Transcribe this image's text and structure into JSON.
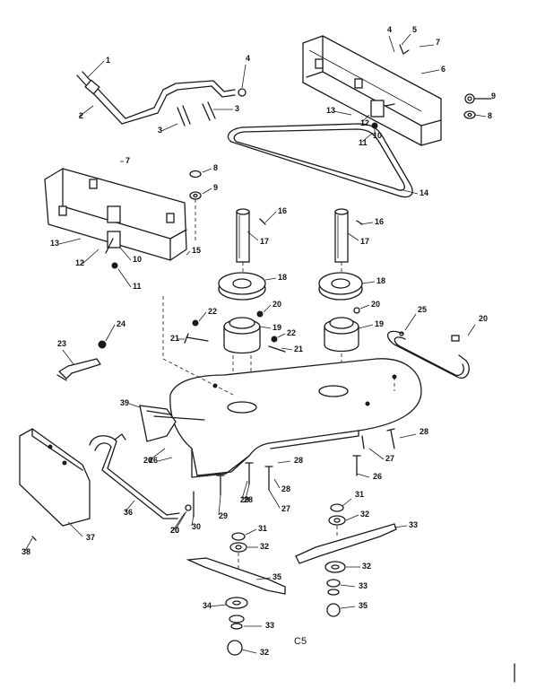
{
  "diagram": {
    "code": "C5",
    "labels": [
      "1",
      "2",
      "3",
      "4",
      "3",
      "4",
      "5",
      "7",
      "6",
      "8",
      "9",
      "13",
      "12",
      "10",
      "11",
      "7",
      "14",
      "8",
      "9",
      "16",
      "17",
      "16",
      "17",
      "13",
      "12",
      "10",
      "11",
      "15",
      "18",
      "18",
      "20",
      "20",
      "22",
      "19",
      "22",
      "19",
      "21",
      "21",
      "24",
      "23",
      "25",
      "20",
      "39",
      "26",
      "26",
      "27",
      "28",
      "28",
      "29",
      "27",
      "28",
      "30",
      "29",
      "26",
      "28",
      "20",
      "38",
      "37",
      "36",
      "20",
      "31",
      "32",
      "33",
      "31",
      "32",
      "35",
      "32",
      "33",
      "34",
      "35",
      "32",
      "33",
      "34",
      "34"
    ]
  }
}
